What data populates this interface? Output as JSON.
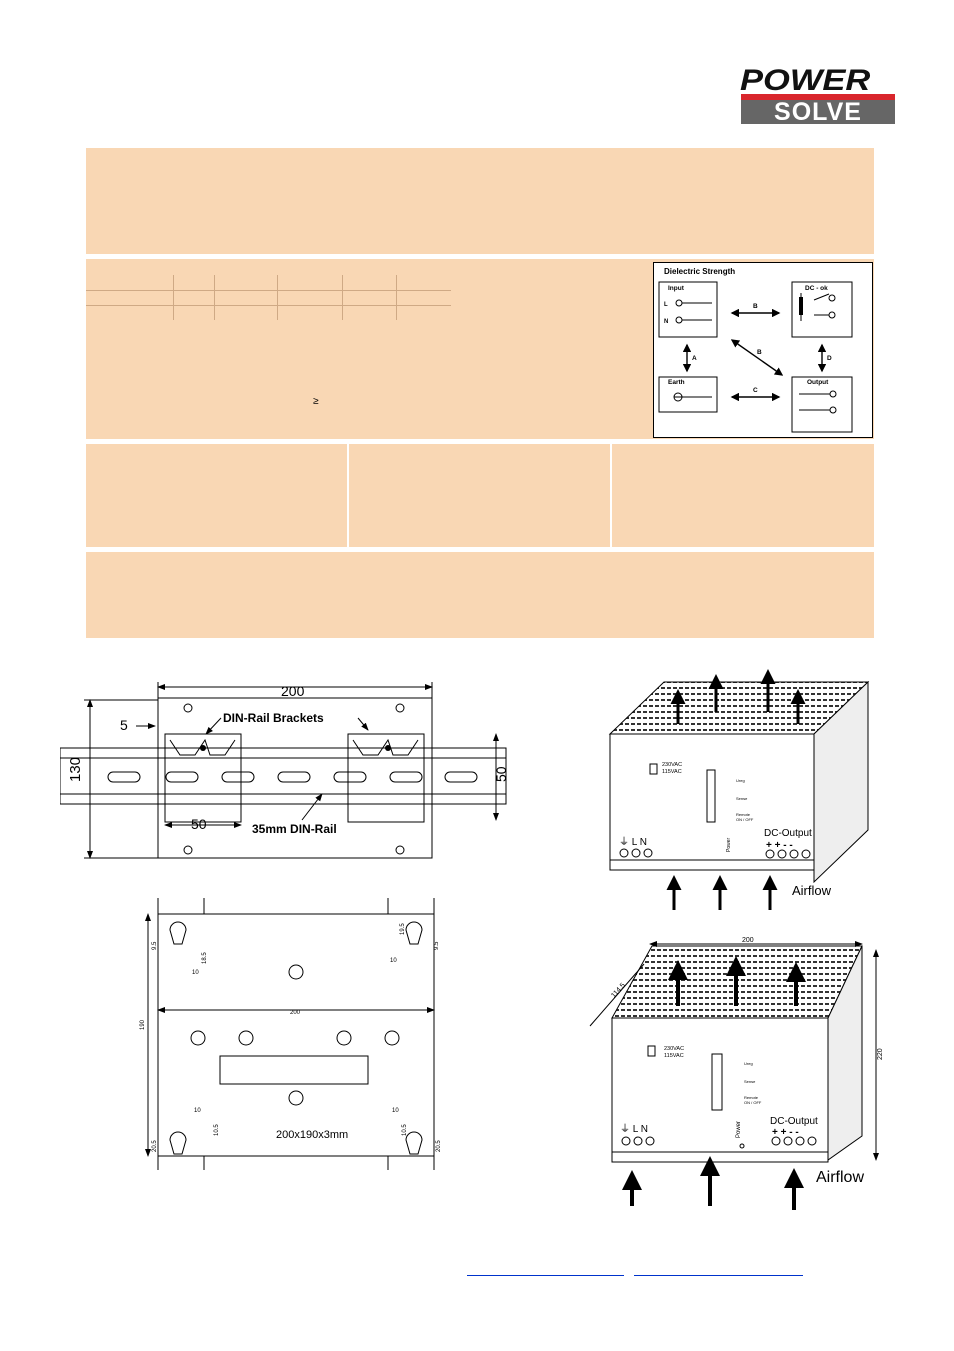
{
  "logo": {
    "line1": "POWER",
    "line2": "SOLVE"
  },
  "dielectric": {
    "title": "Dielectric Strength",
    "input": "Input",
    "dc_ok": "DC - ok",
    "earth": "Earth",
    "output": "Output",
    "L": "L",
    "N": "N",
    "arrow_a": "A",
    "arrow_b": "B",
    "arrow_b2": "B",
    "arrow_c": "C",
    "arrow_d": "D"
  },
  "spec_symbol": "≥",
  "din_drawing": {
    "width": "200",
    "offset": "5",
    "brackets": "DIN-Rail Brackets",
    "height": "130",
    "rail_height": "50",
    "bracket_width": "50",
    "rail": "35mm DIN-Rail"
  },
  "plate_drawing": {
    "width": "200",
    "size": "200x190x3mm",
    "height": "190",
    "d_9_5a": "9.5",
    "d_9_5b": "9.5",
    "d_19_5": "19.5",
    "d_18_5": "18.5",
    "d_10a": "10",
    "d_10b": "10",
    "d_10c": "10",
    "d_10d": "10",
    "d_10_5a": "10.5",
    "d_10_5b": "10.5",
    "d_20_5a": "20.5",
    "d_20_5b": "20.5"
  },
  "unit_top": {
    "v230": "230VAC",
    "v115": "115VAC",
    "ureg": "Ureg",
    "sense": "Sense",
    "remote": "Remote",
    "onoff": "ON / OFF",
    "power": "Power",
    "lnE": "⏚ L N",
    "dc_output": "DC-Output",
    "polarity": "+ + - -",
    "airflow": "Airflow"
  },
  "unit_bottom": {
    "width": "200",
    "depth": "114.5",
    "height": "220",
    "v230": "230VAC",
    "v115": "115VAC",
    "ureg": "Ureg",
    "sense": "Sense",
    "remote": "Remote",
    "onoff": "ON / OFF",
    "power": "Power",
    "lnE": "⏚ L N",
    "dc_output": "DC-Output",
    "polarity": "+ + - -",
    "airflow": "Airflow"
  },
  "colors": {
    "panel": "#f9d7b4",
    "logo_red": "#d9262c",
    "link": "#0033cc"
  }
}
